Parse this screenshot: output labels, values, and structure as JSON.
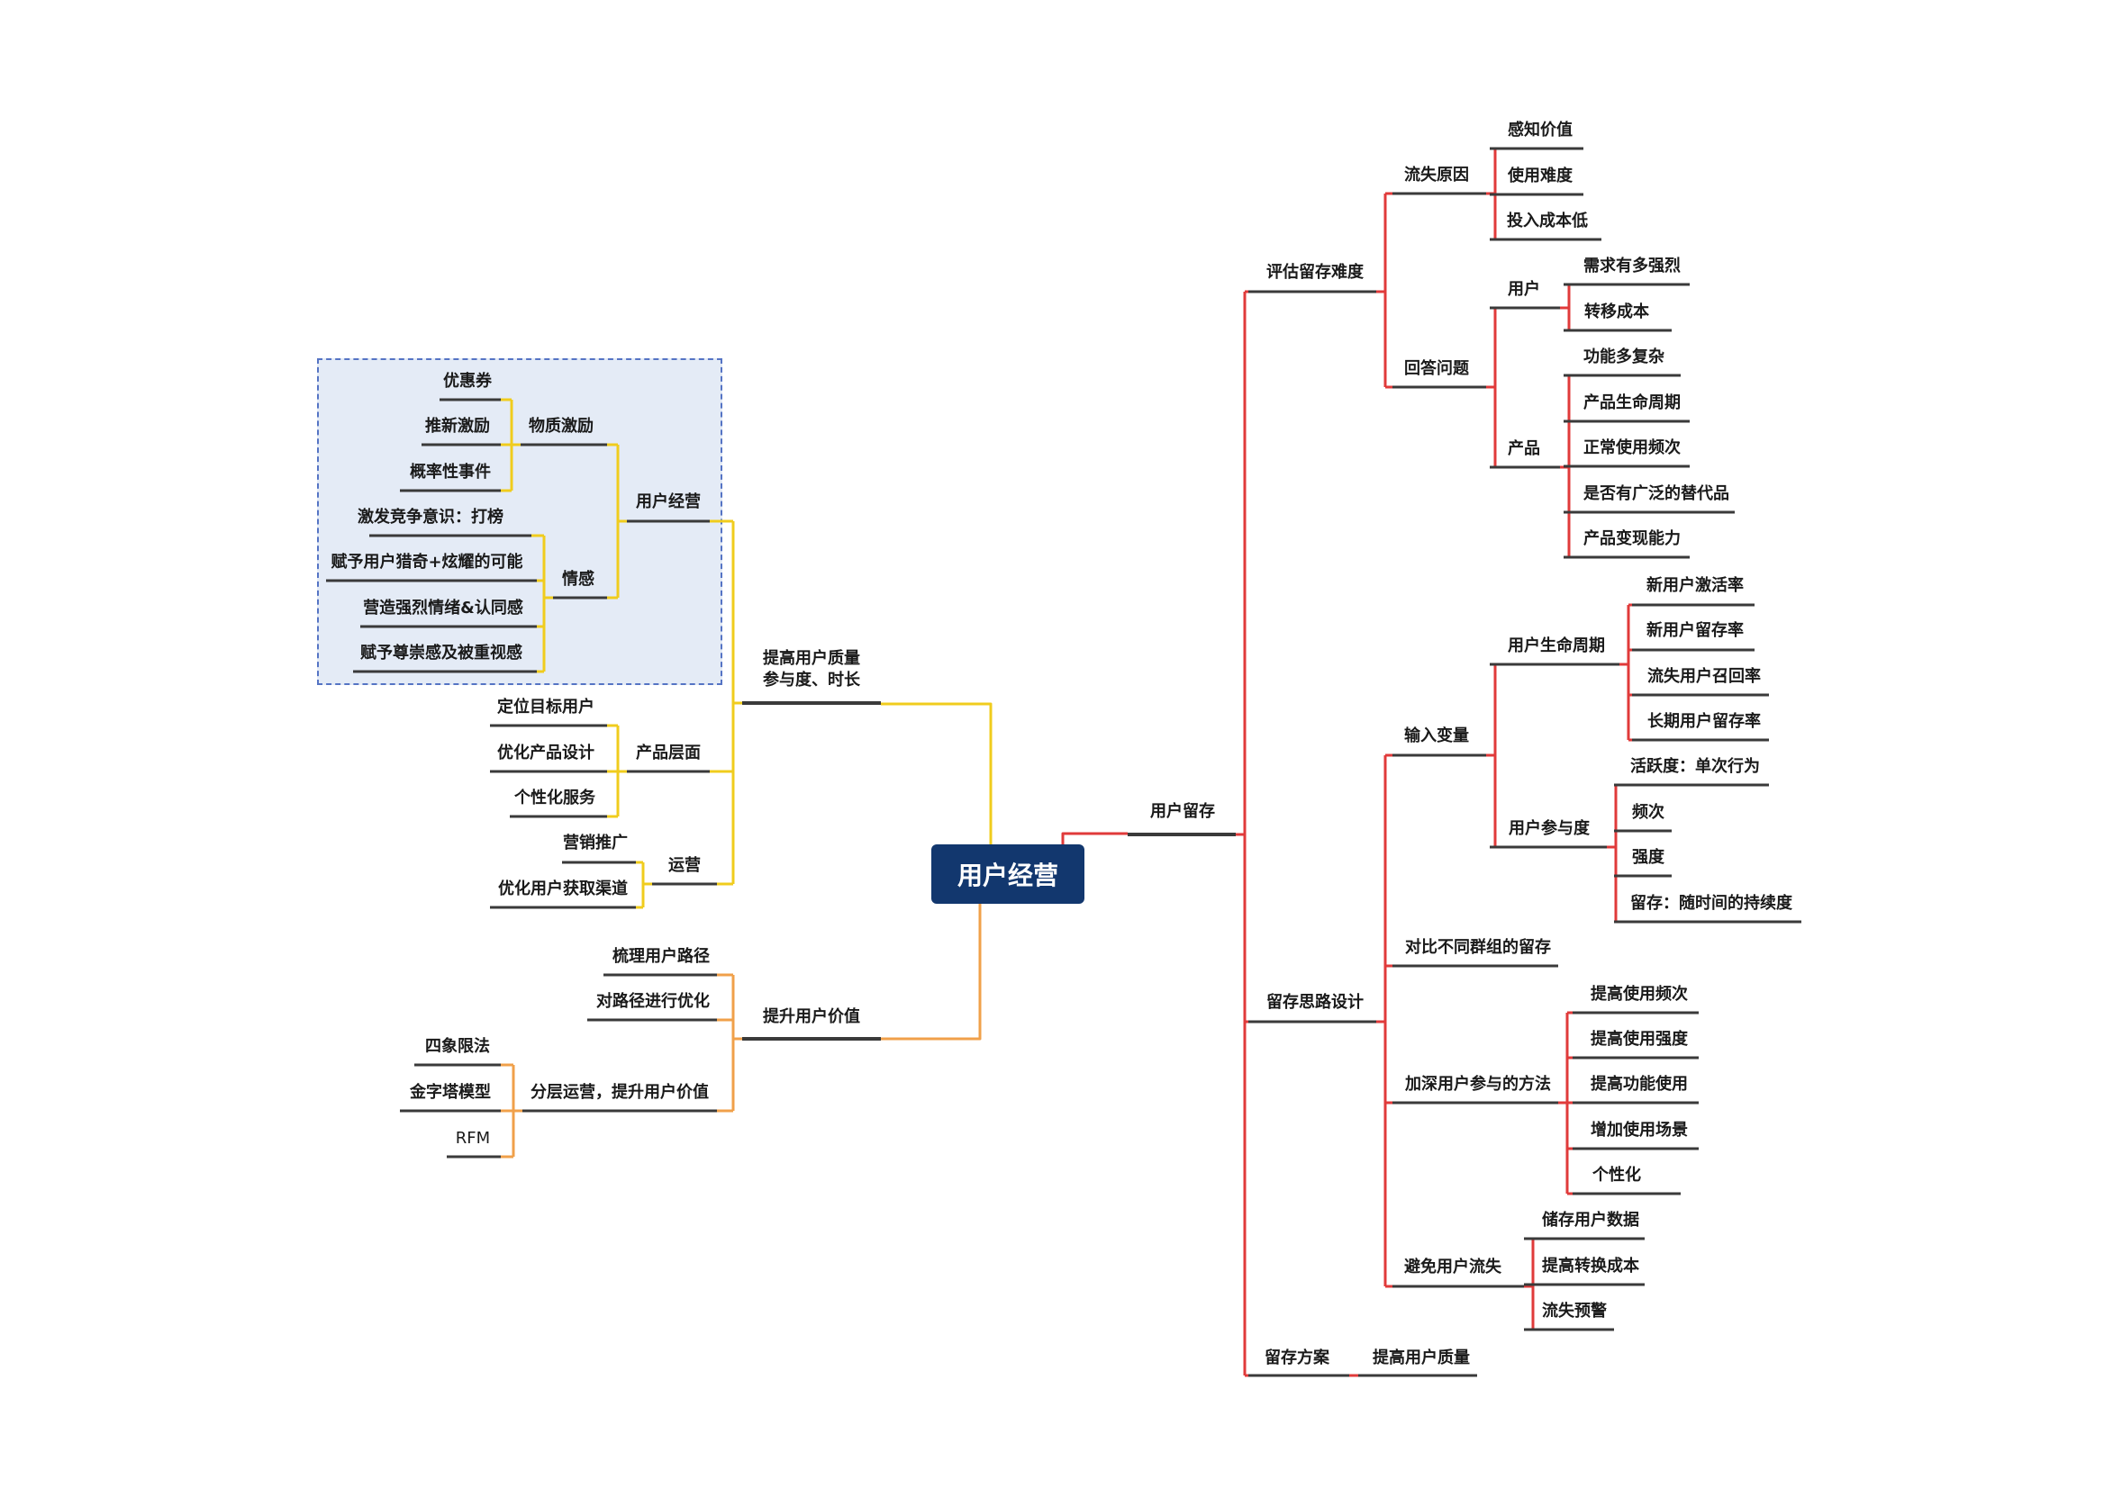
{
  "root": {
    "label": "用户经营"
  },
  "colors": {
    "right": "#e03a3a",
    "yellow": "#f0cc1d",
    "orange": "#f0a04a",
    "underline": "#3a3a3a",
    "box": "#e4ebf6",
    "box_border": "#5574c4",
    "root_bg": "#12376e"
  },
  "nodes": {
    "r1": "用户留存",
    "r2": "评估留存难度",
    "r3": "流失原因",
    "r4": "感知价值",
    "r5": "使用难度",
    "r6": "投入成本低",
    "r7": "回答问题",
    "r8": "用户",
    "r9": "需求有多强烈",
    "r10": "转移成本",
    "r11": "产品",
    "r12": "功能多复杂",
    "r13": "产品生命周期",
    "r14": "正常使用频次",
    "r15": "是否有广泛的替代品",
    "r16": "产品变现能力",
    "r17": "留存思路设计",
    "r18": "输入变量",
    "r19": "用户生命周期",
    "r20": "新用户激活率",
    "r21": "新用户留存率",
    "r22": "流失用户召回率",
    "r23": "长期用户留存率",
    "r24": "用户参与度",
    "r25": "活跃度：单次行为",
    "r26": "频次",
    "r27": "强度",
    "r28": "留存：随时间的持续度",
    "r29": "对比不同群组的留存",
    "r30": "加深用户参与的方法",
    "r31": "提高使用频次",
    "r32": "提高使用强度",
    "r33": "提高功能使用",
    "r34": "增加使用场景",
    "r35": "个性化",
    "r36": "避免用户流失",
    "r37": "储存用户数据",
    "r38": "提高转换成本",
    "r39": "流失预警",
    "r40": "留存方案",
    "r41": "提高用户质量",
    "y1": "提高用户质量\n参与度、时长",
    "y2": "用户经营",
    "y3": "物质激励",
    "y4": "优惠券",
    "y5": "推新激励",
    "y6": "概率性事件",
    "y7": "情感",
    "y8": "激发竞争意识：打榜",
    "y9": "赋予用户猎奇+炫耀的可能",
    "y10": "营造强烈情绪&认同感",
    "y11": "赋予尊崇感及被重视感",
    "y12": "产品层面",
    "y13": "定位目标用户",
    "y14": "优化产品设计",
    "y15": "个性化服务",
    "y16": "运营",
    "y17": "营销推广",
    "y18": "优化用户获取渠道",
    "o1": "提升用户价值",
    "o2": "梳理用户路径",
    "o3": "对路径进行优化",
    "o4": "分层运营，提升用户价值",
    "o5": "四象限法",
    "o6": "金字塔模型",
    "o7": "RFM"
  }
}
